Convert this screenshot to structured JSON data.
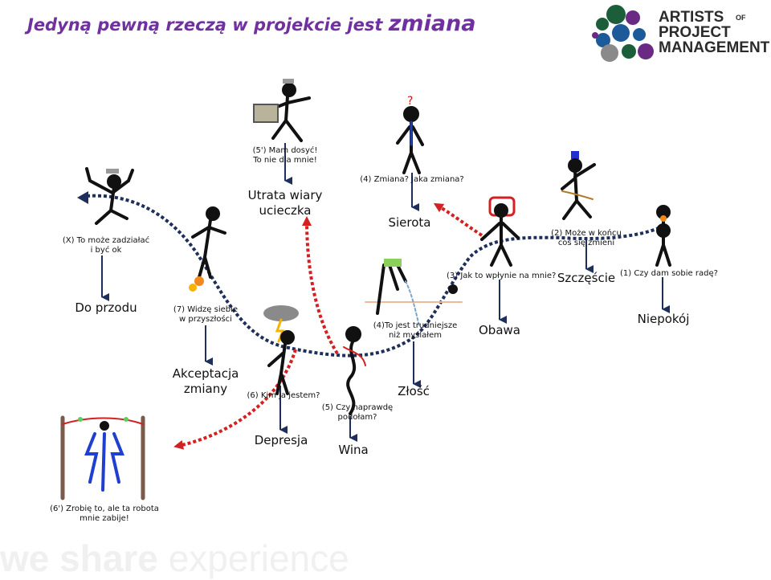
{
  "title": {
    "lead": "Jedyną pewną rzeczą w projekcie jest",
    "accent": "zmiana"
  },
  "logo": {
    "line1": "ARTISTS",
    "of": "OF",
    "line2": "PROJECT",
    "line3": "MANAGEMENT"
  },
  "stages": {
    "x": {
      "small": [
        "(X) To może zadziałać",
        "i być ok"
      ],
      "big": "Do przodu"
    },
    "s1": {
      "small": "(1) Czy dam sobie radę?",
      "big": "Niepokój"
    },
    "s2": {
      "small": [
        "(2) Może w końcu",
        "coś się zmieni"
      ],
      "big": "Szczęście"
    },
    "s3": {
      "small": "(3) Jak to wpłynie na mnie?",
      "big": "Obawa"
    },
    "s4a": {
      "small": "(4) Zmiana? Jaka zmiana?",
      "big": "Sierota"
    },
    "s4b": {
      "small": [
        "(4)To jest trudniejsze",
        "niż myślałem"
      ],
      "big": "Złość"
    },
    "s5": {
      "small": [
        "(5) Czy naprawdę",
        "podołam?"
      ],
      "big": "Wina"
    },
    "s5p": {
      "small": [
        "(5') Mam dosyć!",
        "To nie dla mnie!"
      ],
      "big": [
        "Utrata wiary",
        "ucieczka"
      ]
    },
    "s6": {
      "small": "(6) Kim ja jestem?",
      "big": "Depresja"
    },
    "s6p": {
      "small": [
        "(6') Zrobię to, ale ta robota",
        "mnie zabije!"
      ]
    },
    "s7": {
      "small": [
        "(7) Widzę siebie",
        "w przyszłości"
      ],
      "big": [
        "Akceptacja",
        "zmiany"
      ]
    }
  },
  "watermark": {
    "bold": "we share",
    "rest": "experience"
  },
  "colors": {
    "title": "#7030a0",
    "curve": "#1f2f5c",
    "red": "#d42020",
    "arrow": "#1f2f5c",
    "logo_green": "#1d5e3a",
    "logo_purple": "#6a2a84",
    "logo_blue": "#1c5a9a",
    "logo_grey": "#8a8a8a"
  }
}
